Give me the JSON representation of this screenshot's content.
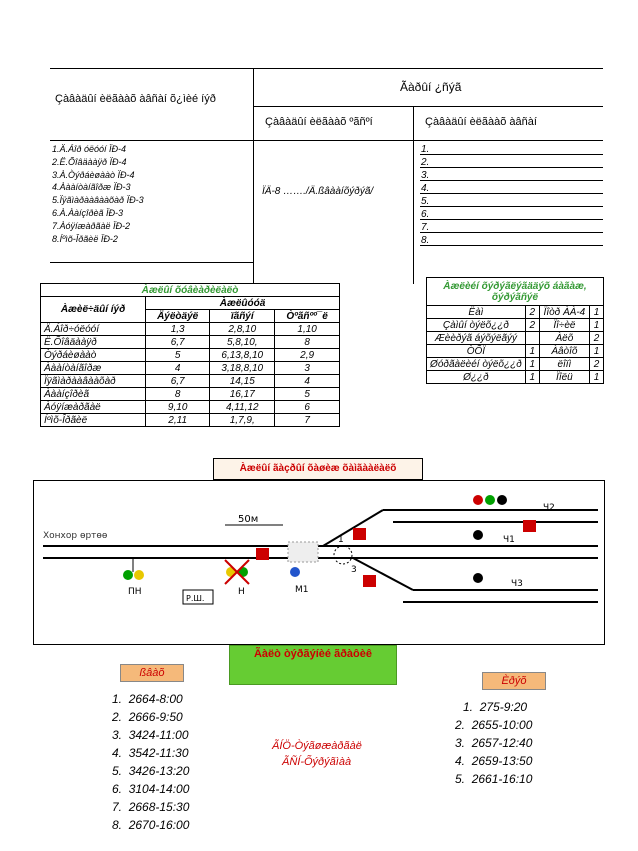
{
  "header": {
    "left_title": "Çàâàäûí èëãààõ àâñàí õ¿ìèé íýð",
    "right_title": "Ãàðûí ¿ñýã",
    "col_mid": "Çàâàäûí èëãààõ ºãñºí",
    "col_right": "Çàâàäûí èëãààõ àâñàí"
  },
  "left_list": [
    "1.Ä.Áîð óëóóí         ÏÐ-4",
    "2.Ë.Õîâäààÿð           ÏÐ-4",
    "3.À.Òýðáèøààò          ÏÐ-4",
    "4.Àààíòàíãîðæ         ÏÐ-3",
    "5.Ïÿãìàðààâààõàð   ÏÐ-3",
    "6.À.Ààíçîðèã           ÏÐ-3",
    "7.Àóÿíæàðãàë          ÏÐ-2",
    "8.Íºìõ-Îðãèë         ÏÐ-2"
  ],
  "mid_text": "ÏÄ-8 ……./Ä.ßâààíõýðýã/",
  "right_list": [
    "1.",
    "2.",
    "3.",
    "4.",
    "5.",
    "6.",
    "7.",
    "8."
  ],
  "workers_table": {
    "title": "Àæëûí õóâèàðèëàëò",
    "head_name": "Àæèë÷äûí íýð",
    "head_group": "Àæëûóóä",
    "head_cols": [
      "Äýëòäýë",
      "ïãñýí",
      "Òºãñºº¯ë"
    ],
    "rows": [
      [
        "Ä.Áîð÷óëóóí",
        "1,3",
        "2,8,10",
        "1,10"
      ],
      [
        "Ë.Õîâäààÿð",
        "6,7",
        "5,8,10,",
        "8"
      ],
      [
        "Òýðáèøààò",
        "5",
        "6,13,8,10",
        "2,9"
      ],
      [
        "Àààíòàíãîðæ",
        "4",
        "3,18,8,10",
        "3"
      ],
      [
        "Ïÿãìàðààâààõàð",
        "6,7",
        "14,15",
        "4"
      ],
      [
        "Àààíçîðèã",
        "8",
        "16,17",
        "5"
      ],
      [
        "Àóÿíæàðãàë",
        "9,10",
        "4,11,12",
        "6"
      ],
      [
        "Íºìõ-Îðãèë",
        "2,11",
        "1,7,9,",
        "7"
      ]
    ]
  },
  "tools_table": {
    "title": "Àæëèéí õýðýãëýãääýõ áàãàæ, õýðýãñýë",
    "rows": [
      [
        "Ëàì",
        "2",
        "Ïîòð ÀÀ-4",
        "1"
      ],
      [
        "Çàìûí òýëõ¿¿ð",
        "2",
        "Ïî÷èë",
        "1"
      ],
      [
        "Æèèðýã áýõýëãýý",
        "",
        "Àëõ",
        "2"
      ],
      [
        "ÒÕÏ",
        "1",
        "Àâòîõ",
        "1"
      ],
      [
        "Øóðãàëèéí òýëõ¿¿ð",
        "1",
        "ëîïì",
        "2"
      ],
      [
        "Ø¿¿ð",
        "1",
        "Ïîëü",
        "1"
      ]
    ]
  },
  "diagram_title": "Àæëûí ãàçðûí õàøèæ õàìãààëàëõ",
  "diagram_labels": {
    "station": "Хонхор өртөө",
    "distance": "50м",
    "pn": "ПН",
    "n": "Н",
    "m1": "М1",
    "rsh": "Р.Ш.",
    "switch": "1",
    "ch2": "Ч2",
    "ch1": "Ч1",
    "ch3": "Ч3",
    "sw3": "3"
  },
  "green_box": "Ãàëò òýðãýíèé ãðàôèê",
  "left_badge": "ßâàõ",
  "right_badge": "Èðýõ",
  "left_times": [
    "2664-8:00",
    "2666-9:50",
    "3424-11:00",
    "3542-11:30",
    "3426-13:20",
    "3104-14:00",
    "2668-15:30",
    "2670-16:00"
  ],
  "right_times": [
    "275-9:20",
    "2655-10:00",
    "2657-12:40",
    "2659-13:50",
    "2661-16:10"
  ],
  "red_text_1": "ÃÍÖ-Òýãøæàðãàë",
  "red_text_2": "ÃÑÍ-Õýðýãìàà",
  "colors": {
    "red": "#cc0000",
    "green": "#66cc33",
    "table_green": "#339933",
    "orange_badge": "#f5b97a"
  }
}
